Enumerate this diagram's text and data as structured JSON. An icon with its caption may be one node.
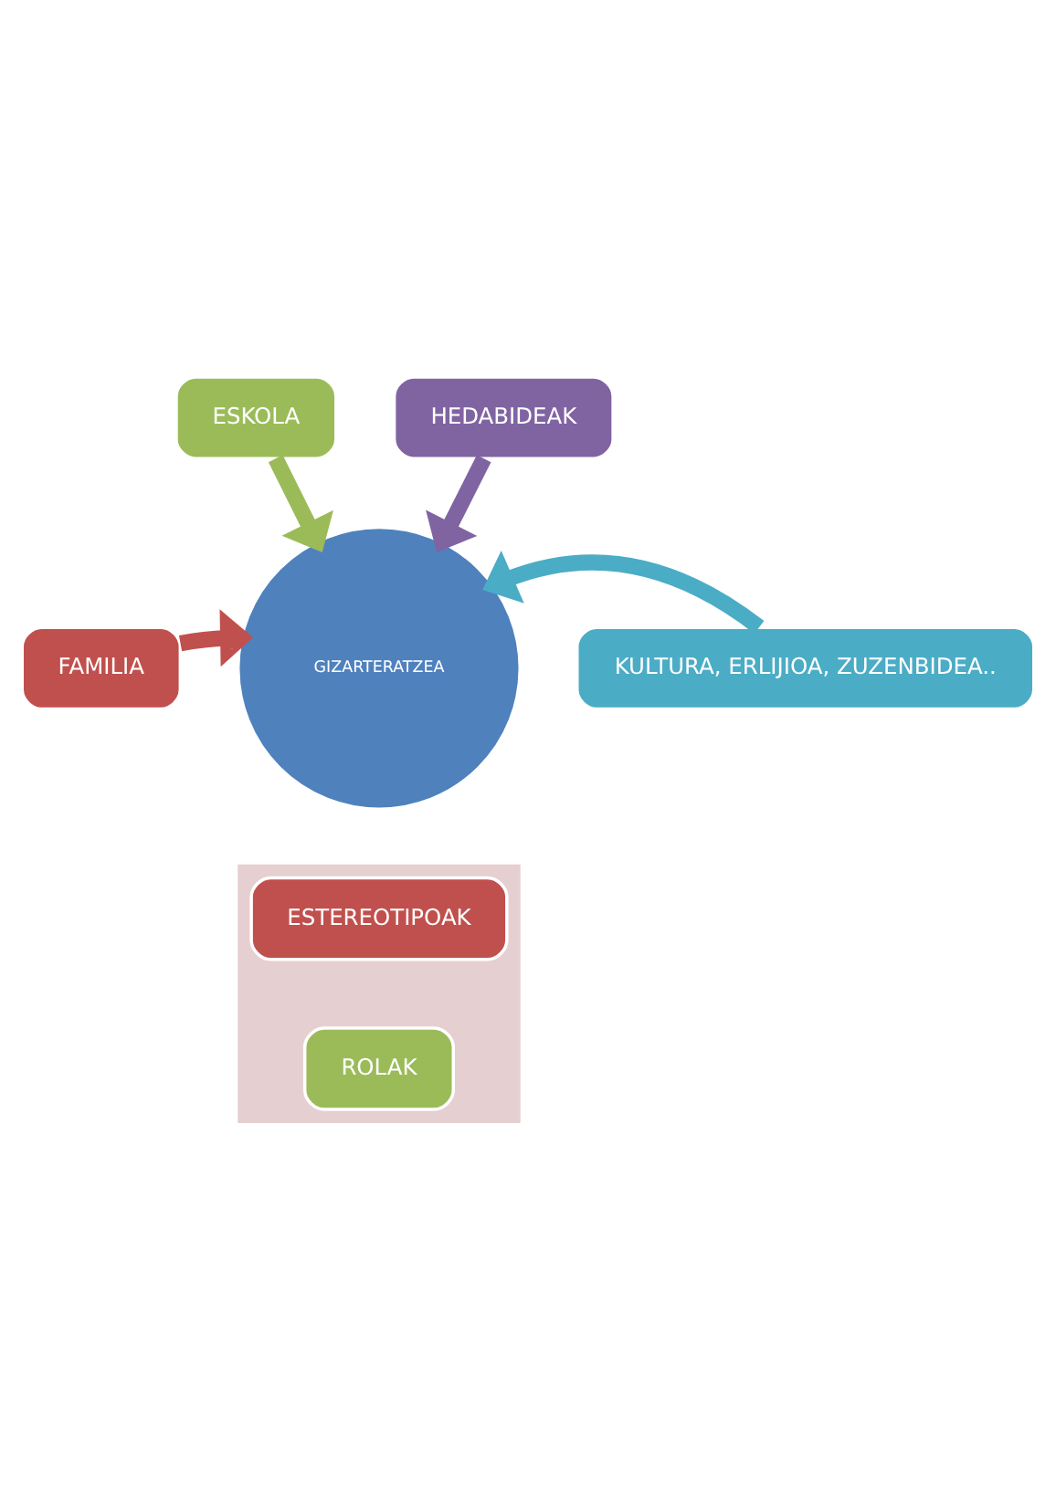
{
  "diagram": {
    "nodes": [
      {
        "text": [
          "FAMILIA"
        ]
      },
      {
        "text": [
          "ESKOLA"
        ]
      },
      {
        "text": [
          "HEDABIDEAK"
        ]
      },
      {
        "text": [
          "KULTURA, ERLIJIOA, ZUZENBIDEA.."
        ]
      },
      {
        "text": [
          "GIZARTERATZEA"
        ]
      },
      {
        "text": [],
        "shape": "arrow"
      },
      {
        "text": [
          "ESTEREOTIPOAK"
        ],
        "in": 5
      },
      {
        "text": [
          "ROLAK"
        ],
        "in": 5
      }
    ],
    "edges": [
      {
        "from": 0,
        "to": 4,
        "arrow": "to",
        "color": "#c0504d"
      },
      {
        "from": 1,
        "to": 4,
        "arrow": "to",
        "color": "#9bbb59"
      },
      {
        "from": 2,
        "to": 4,
        "arrow": "to",
        "color": "#8064a2"
      },
      {
        "from": 3,
        "to": 4,
        "arrow": "to",
        "color": "#4bacc6"
      }
    ]
  }
}
